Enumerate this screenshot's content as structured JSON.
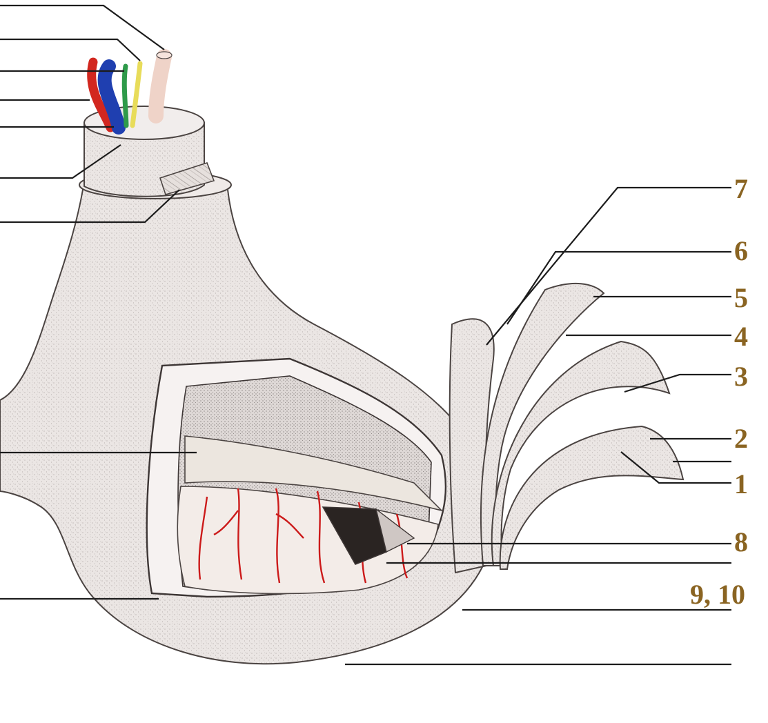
{
  "labels": {
    "l1": "1",
    "l2": "2",
    "l3": "3",
    "l4": "4",
    "l5": "5",
    "l6": "6",
    "l7": "7",
    "l8": "8",
    "l9_10": "9, 10"
  },
  "colors": {
    "label": "#8a6422",
    "tissue": "#ebe6e4",
    "vessel": "#cc1a1a",
    "artery": "#d2271f",
    "vein": "#1f3fb0",
    "nerve_green": "#2e9a4a",
    "nerve_yellow": "#e8dc5a",
    "duct": "#efd3c8"
  }
}
